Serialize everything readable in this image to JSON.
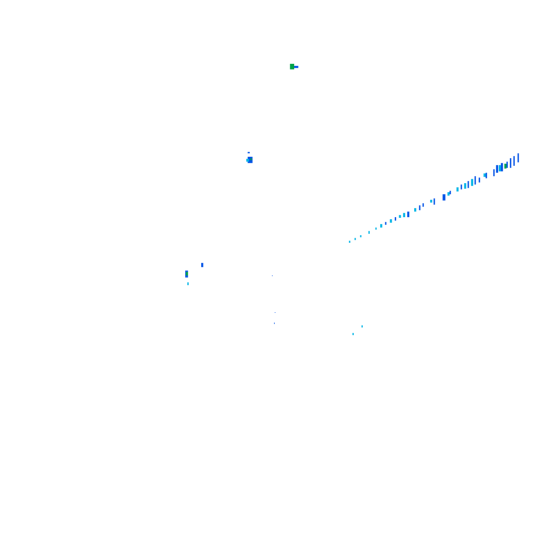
{
  "map": {
    "type": "weather-radar-reflectivity-tile",
    "background_color": "#ffffff",
    "palette": {
      "light": "#00b4e6",
      "moderate": "#0050e6",
      "heavy": "#00a046"
    },
    "echo_clusters": [
      "north-isolated-cell",
      "north-central-cell",
      "west-cell",
      "northeast-echo-band",
      "central-scattered-specks",
      "southeast-specks"
    ]
  }
}
